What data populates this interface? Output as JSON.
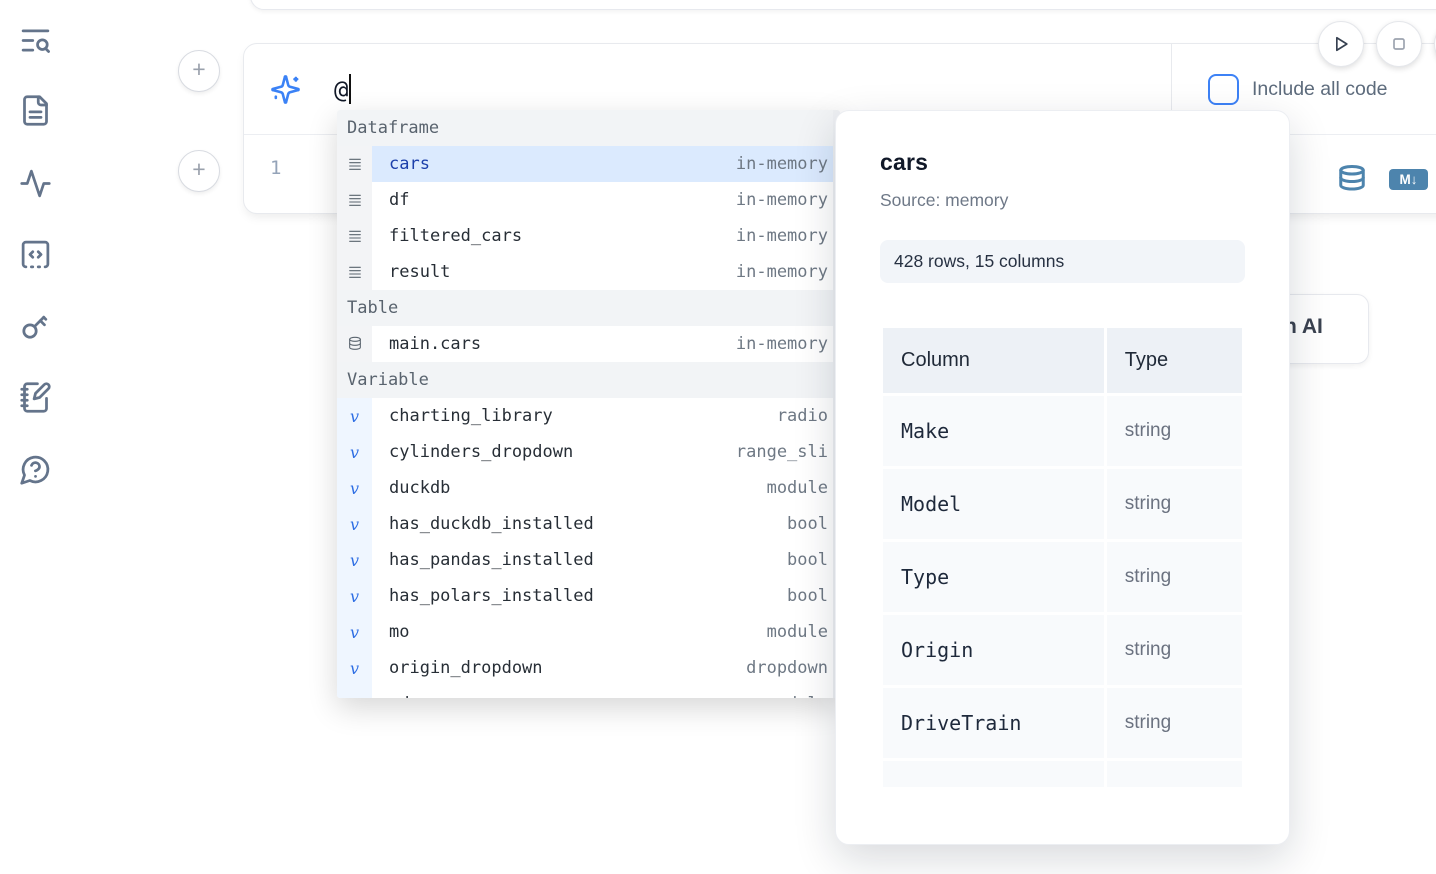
{
  "colors": {
    "accent_blue": "#3b82f6",
    "selected_row_bg": "#dbeafe",
    "steel_blue_icons": "#4d84ad",
    "sidebar_icon": "#64748b"
  },
  "sidebar": {
    "icons": [
      "list-search-icon",
      "file-text-icon",
      "activity-icon",
      "snippets-code-icon",
      "key-icon",
      "notebook-pen-icon",
      "help-chat-icon"
    ]
  },
  "toolbar": {
    "run_icon": "play-icon",
    "stop_icon": "stop-square-icon",
    "markdown_badge": "M↓",
    "database_icon": "database-icon"
  },
  "add_cell": {
    "plus": "+"
  },
  "ai_input": {
    "value": "@",
    "include_all_code_label": "Include all code",
    "sparkles_icon": "sparkles-icon"
  },
  "editor": {
    "line_number": "1"
  },
  "hidden_ai_button": {
    "label": "h AI"
  },
  "autocomplete": {
    "rows": [
      {
        "kind": "header",
        "name": "Dataframe"
      },
      {
        "kind": "dataframe",
        "name": "cars",
        "type": "in-memory",
        "selected": true
      },
      {
        "kind": "dataframe",
        "name": "df",
        "type": "in-memory"
      },
      {
        "kind": "dataframe",
        "name": "filtered_cars",
        "type": "in-memory"
      },
      {
        "kind": "dataframe",
        "name": "result",
        "type": "in-memory"
      },
      {
        "kind": "header",
        "name": "Table"
      },
      {
        "kind": "table",
        "name": "main.cars",
        "type": "in-memory"
      },
      {
        "kind": "header",
        "name": "Variable"
      },
      {
        "kind": "variable",
        "name": "charting_library",
        "type": "radio"
      },
      {
        "kind": "variable",
        "name": "cylinders_dropdown",
        "type": "range_sli"
      },
      {
        "kind": "variable",
        "name": "duckdb",
        "type": "module"
      },
      {
        "kind": "variable",
        "name": "has_duckdb_installed",
        "type": "bool"
      },
      {
        "kind": "variable",
        "name": "has_pandas_installed",
        "type": "bool"
      },
      {
        "kind": "variable",
        "name": "has_polars_installed",
        "type": "bool"
      },
      {
        "kind": "variable",
        "name": "mo",
        "type": "module"
      },
      {
        "kind": "variable",
        "name": "origin_dropdown",
        "type": "dropdown"
      },
      {
        "kind": "variable",
        "name": "pd",
        "type": "module"
      }
    ],
    "variable_icon_glyph": "v"
  },
  "preview": {
    "title": "cars",
    "source": "Source: memory",
    "summary": "428 rows, 15 columns",
    "table": {
      "headers": [
        "Column",
        "Type"
      ],
      "rows": [
        {
          "col": "Make",
          "type": "string"
        },
        {
          "col": "Model",
          "type": "string"
        },
        {
          "col": "Type",
          "type": "string"
        },
        {
          "col": "Origin",
          "type": "string"
        },
        {
          "col": "DriveTrain",
          "type": "string"
        },
        {
          "col": "",
          "type": ""
        }
      ]
    }
  }
}
